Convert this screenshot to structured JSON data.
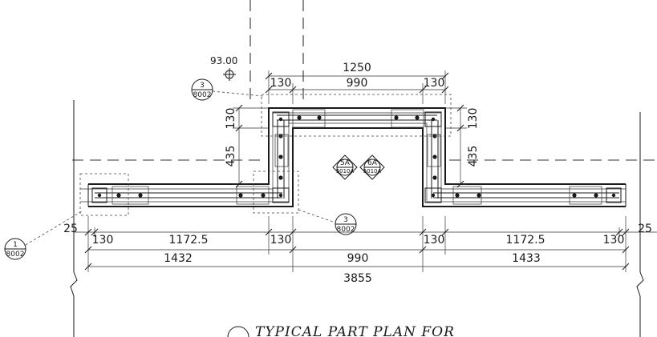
{
  "drawing": {
    "level_marker": "93.00",
    "top_dims": {
      "overall": "1250",
      "left_flange": "130",
      "middle": "990",
      "right_flange": "130"
    },
    "left_vertical": {
      "upper": "130",
      "lower": "435"
    },
    "right_vertical": {
      "upper": "130",
      "lower": "435"
    },
    "bottom_dims_row1": [
      "25",
      "130",
      "1172.5",
      "130",
      "130",
      "1172.5",
      "130",
      "25"
    ],
    "bottom_dims_row2": [
      "1432",
      "990",
      "1433"
    ],
    "bottom_total": "3855",
    "callouts": [
      {
        "top": "3",
        "bottom": "8002"
      },
      {
        "top": "3",
        "bottom": "8002"
      },
      {
        "top": "1",
        "bottom": "8002"
      }
    ],
    "section_marks": [
      {
        "top": "5A",
        "bottom": "5010A"
      },
      {
        "top": "6A",
        "bottom": "5010A"
      }
    ],
    "title_text": "TYPICAL PART PLAN FOR"
  }
}
